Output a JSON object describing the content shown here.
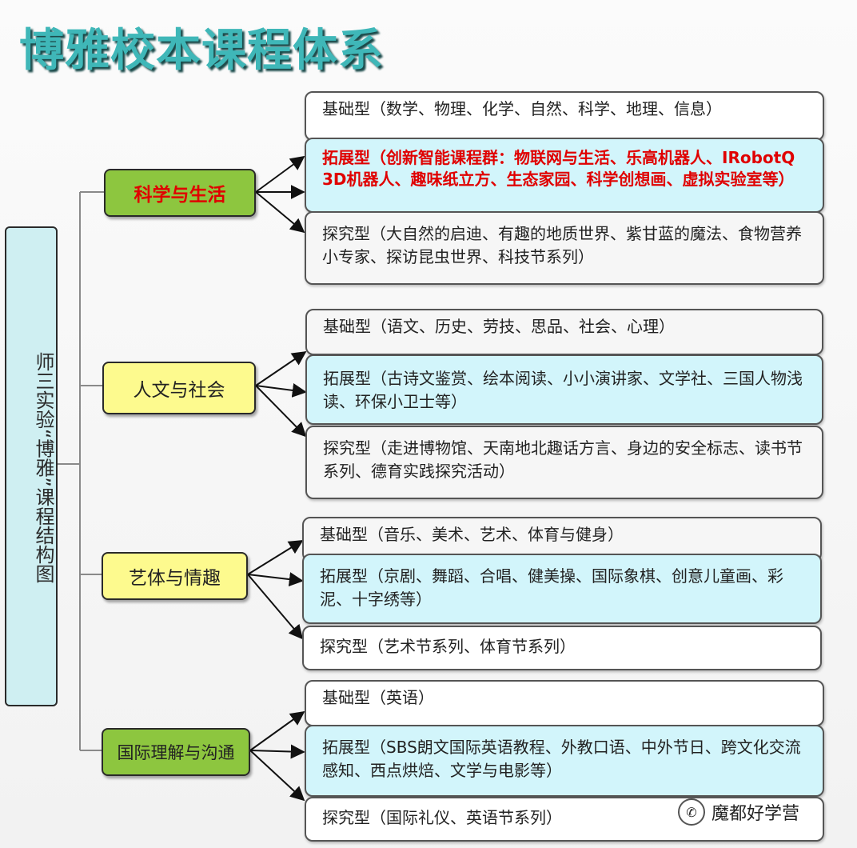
{
  "title": "博雅校本课程体系",
  "root": "师三实验“博雅”课程结构图",
  "categories": [
    {
      "label": "科学与生活",
      "color": "#8dc63f",
      "items": [
        {
          "text": "基础型（数学、物理、化学、自然、科学、地理、信息）"
        },
        {
          "text": "拓展型（创新智能课程群：物联网与生活、乐高机器人、IRobotQ 3D机器人、趣味纸立方、生态家园、科学创想画、虚拟实验室等）"
        },
        {
          "text": "探究型（大自然的启迪、有趣的地质世界、紫甘蓝的魔法、食物营养小专家、探访昆虫世界、科技节系列）"
        }
      ]
    },
    {
      "label": "人文与社会",
      "color": "#fdfa8e",
      "items": [
        {
          "text": "基础型（语文、历史、劳技、思品、社会、心理）"
        },
        {
          "text": "拓展型（古诗文鉴赏、绘本阅读、小小演讲家、文学社、三国人物浅读、环保小卫士等）"
        },
        {
          "text": "探究型（走进博物馆、天南地北趣话方言、身边的安全标志、读书节系列、德育实践探究活动）"
        }
      ]
    },
    {
      "label": "艺体与情趣",
      "color": "#fdfa8e",
      "items": [
        {
          "text": "基础型（音乐、美术、艺术、体育与健身）"
        },
        {
          "text": "拓展型（京剧、舞蹈、合唱、健美操、国际象棋、创意儿童画、彩泥、十字绣等）"
        },
        {
          "text": "探究型（艺术节系列、体育节系列）"
        }
      ]
    },
    {
      "label": "国际理解与沟通",
      "color": "#8dc63f",
      "items": [
        {
          "text": "基础型（英语）"
        },
        {
          "text": "拓展型（SBS朗文国际英语教程、外教口语、中外节日、跨文化交流感知、西点烘焙、文学与电影等）"
        },
        {
          "text": "探究型（国际礼仪、英语节系列）"
        }
      ]
    }
  ],
  "watermark": "魔都好学营",
  "watermark_icon": "wechat-icon"
}
